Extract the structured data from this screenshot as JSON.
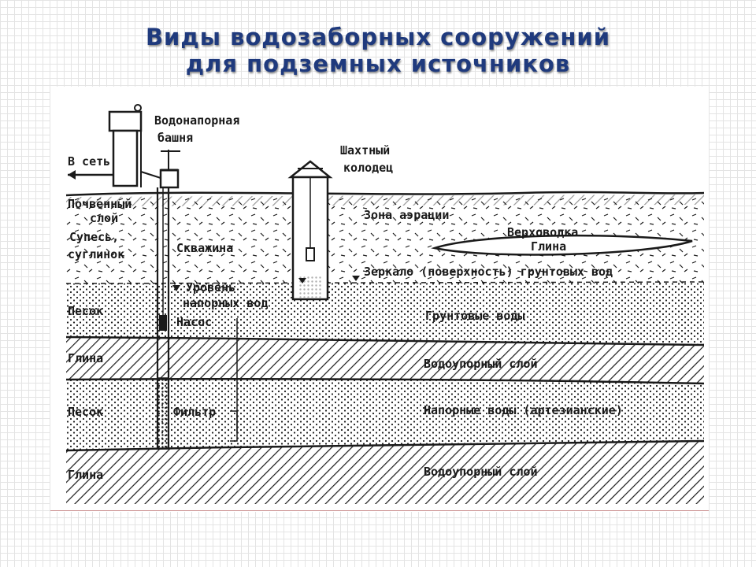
{
  "slide": {
    "title_line1": "Виды водозаборных сооружений",
    "title_line2": "для подземных источников"
  },
  "labels": {
    "water_tower": [
      "Водонапорная",
      "башня"
    ],
    "to_network": "В сеть",
    "mine_well": [
      "Шахтный",
      "колодец"
    ],
    "soil_layer": [
      "Почвенный",
      "слой"
    ],
    "sandy_loam": [
      "Супесь,",
      "суглинок"
    ],
    "borehole": "Скважина",
    "aeration_zone": "Зона аэрации",
    "perched_water": "Верховодка",
    "perched_clay": "Глина",
    "groundwater_mirror": "Зеркало (поверхность) грунтовых вод",
    "pressure_level": [
      "Уровень",
      "напорных вод"
    ],
    "pump": "Насос",
    "sand_1": "Песок",
    "groundwater": "Грунтовые воды",
    "clay_1": "Глина",
    "aquiclude_1": "Водоупорный слой",
    "sand_2": "Песок",
    "filter": "Фильтр",
    "pressure_waters": "Напорные воды (артезианские)",
    "clay_2": "Глина",
    "aquiclude_2": "Водоупорный слой"
  },
  "colors": {
    "title": "#1f3a7d",
    "ink": "#1a1a1a"
  }
}
